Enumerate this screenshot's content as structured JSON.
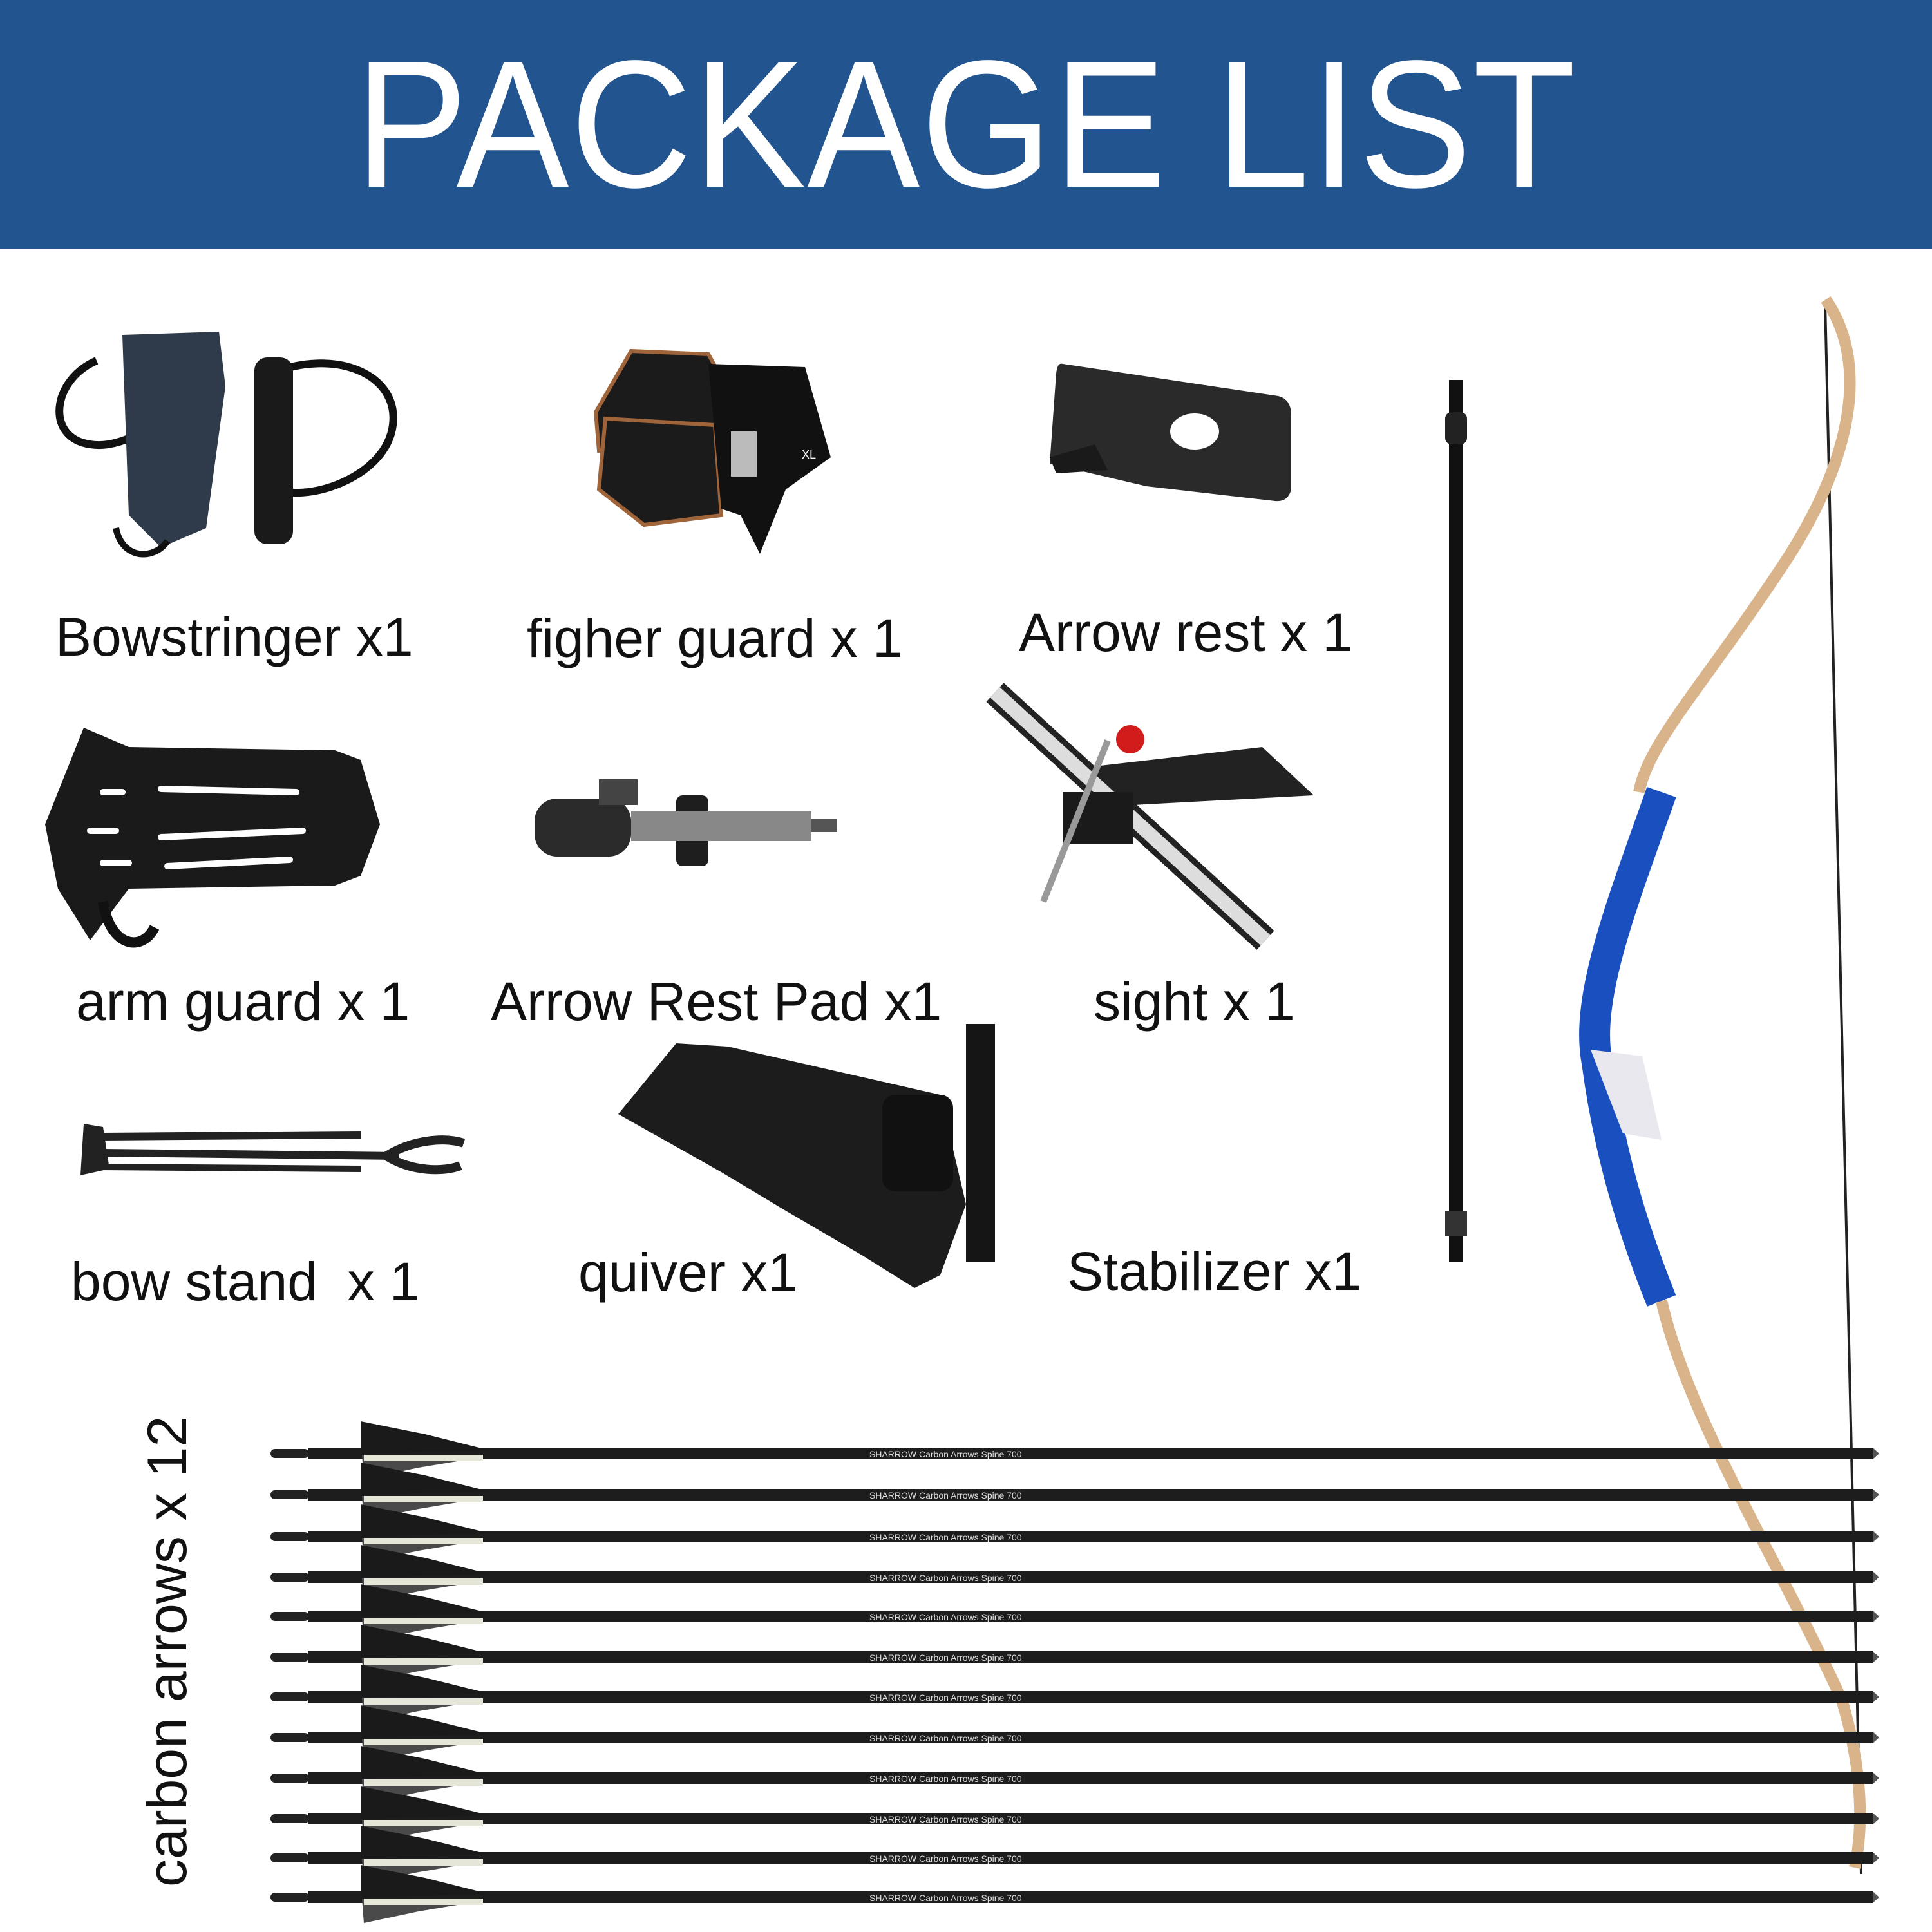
{
  "header": {
    "title": "PACKAGE LIST",
    "color": "#22548f"
  },
  "items": [
    {
      "label": "Bowstringer x1",
      "icon": "bowstringer-icon"
    },
    {
      "label": "figher guard x 1",
      "icon": "finger-guard-icon"
    },
    {
      "label": "Arrow rest x 1",
      "icon": "arrow-rest-icon"
    },
    {
      "label": "arm guard x 1",
      "icon": "arm-guard-icon"
    },
    {
      "label": "Arrow Rest Pad x1",
      "icon": "arrow-rest-pad-icon"
    },
    {
      "label": "sight x 1",
      "icon": "sight-icon"
    },
    {
      "label": "bow stand  x 1",
      "icon": "bow-stand-icon"
    },
    {
      "label": "quiver x1",
      "icon": "quiver-icon"
    },
    {
      "label": "Stabilizer x1",
      "icon": "stabilizer-icon"
    },
    {
      "label": "carbon arrows x 12",
      "icon": "arrow-icon"
    }
  ],
  "arrow_brand": "SHARROW",
  "arrow_text": "Carbon Arrows  Spine 700",
  "fingerguard_size": "XL",
  "bow_color": "#1a4fc0"
}
